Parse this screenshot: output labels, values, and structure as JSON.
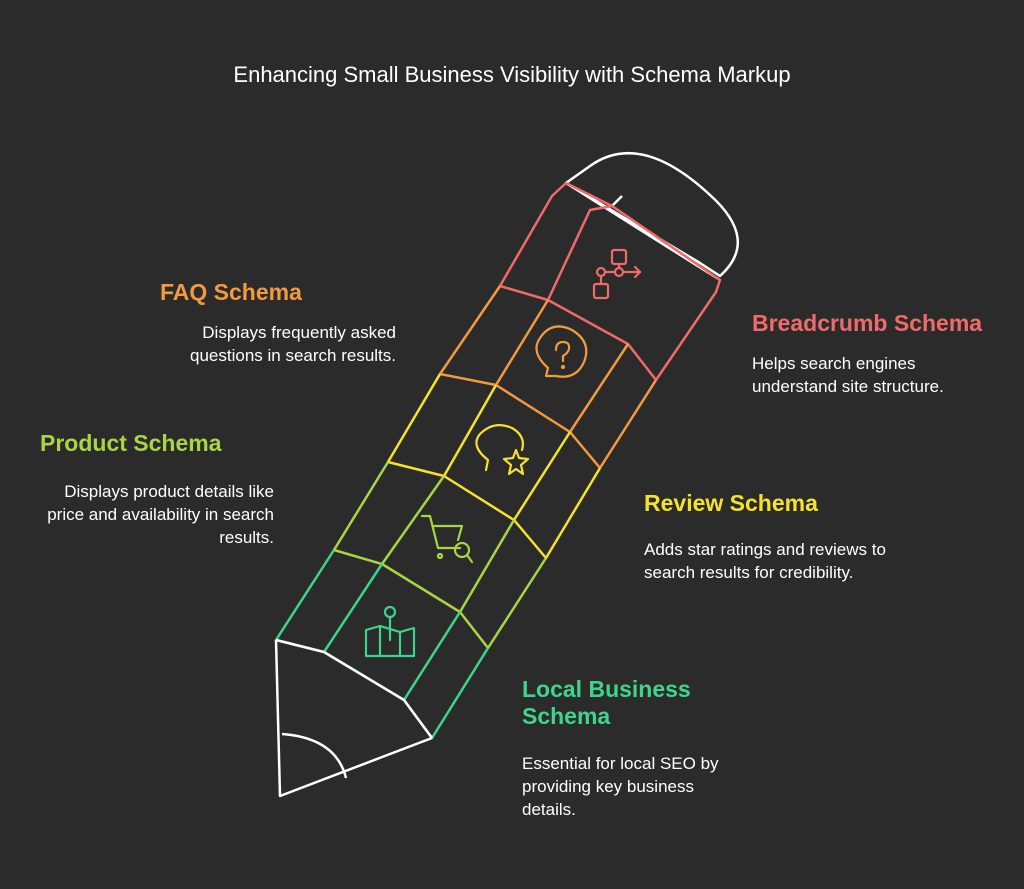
{
  "title": "Enhancing Small Business Visibility with Schema Markup",
  "colors": {
    "background": "#2b2b2b",
    "breadcrumb": "#f06a6a",
    "faq": "#f39a3f",
    "review": "#f5e22a",
    "product": "#a8d543",
    "local": "#3ed58a",
    "outline": "#ffffff"
  },
  "items": [
    {
      "id": "breadcrumb",
      "label": "Breadcrumb Schema",
      "description": "Helps search engines understand site structure.",
      "icon": "flowchart-icon"
    },
    {
      "id": "faq",
      "label": "FAQ Schema",
      "description": "Displays frequently asked questions in search results.",
      "icon": "question-bubble-icon"
    },
    {
      "id": "review",
      "label": "Review Schema",
      "description": "Adds star ratings and reviews to search results for credibility.",
      "icon": "chat-star-icon"
    },
    {
      "id": "product",
      "label": "Product Schema",
      "description": "Displays product details like price and availability in search results.",
      "icon": "cart-search-icon"
    },
    {
      "id": "local",
      "label": "Local Business Schema",
      "description": "Essential for local SEO by providing key business details.",
      "icon": "map-pin-icon"
    }
  ]
}
